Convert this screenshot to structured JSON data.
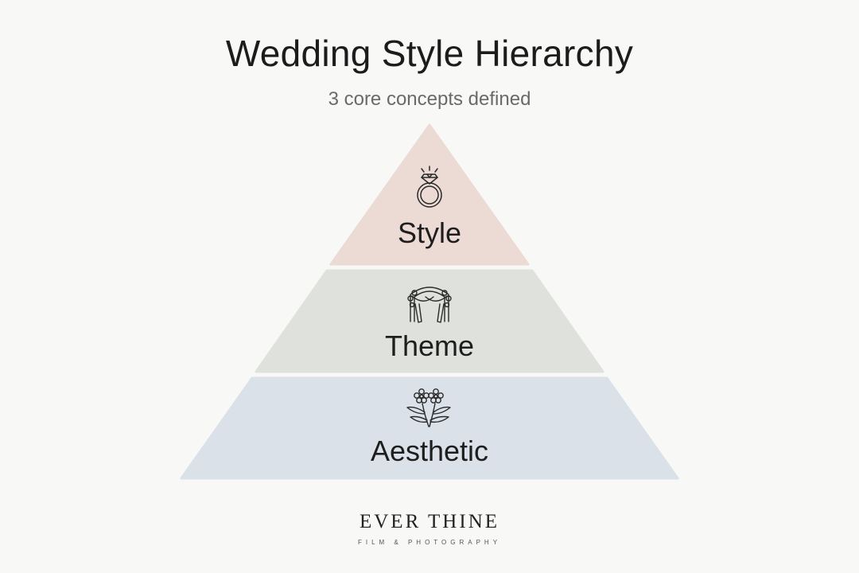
{
  "header": {
    "title": "Wedding Style Hierarchy",
    "subtitle": "3 core concepts defined"
  },
  "tiers": [
    {
      "label": "Style",
      "icon": "diamond-ring-icon",
      "color": "#ecdad4"
    },
    {
      "label": "Theme",
      "icon": "floral-arch-icon",
      "color": "#dfe2dc"
    },
    {
      "label": "Aesthetic",
      "icon": "flowers-icon",
      "color": "#dbe1e9"
    }
  ],
  "brand": {
    "name": "EVER THINE",
    "tagline": "FILM & PHOTOGRAPHY"
  }
}
